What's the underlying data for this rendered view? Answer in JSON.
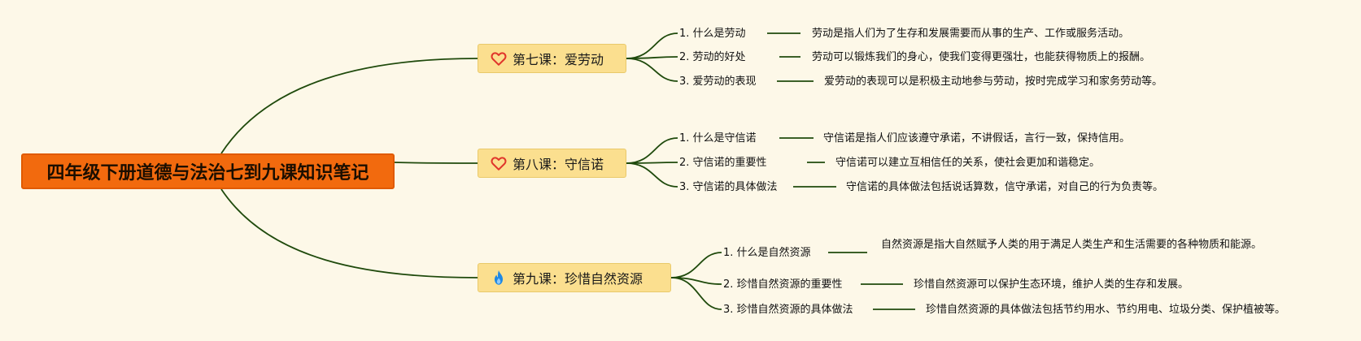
{
  "root": {
    "title": "四年级下册道德与法治七到九课知识笔记"
  },
  "lessons": [
    {
      "title": "第七课：爱劳动",
      "icon": "heart-icon",
      "topics": [
        {
          "label": "1. 什么是劳动",
          "detail": "劳动是指人们为了生存和发展需要而从事的生产、工作或服务活动。"
        },
        {
          "label": "2. 劳动的好处",
          "detail": "劳动可以锻炼我们的身心，使我们变得更强壮，也能获得物质上的报酬。"
        },
        {
          "label": "3. 爱劳动的表现",
          "detail": "爱劳动的表现可以是积极主动地参与劳动，按时完成学习和家务劳动等。"
        }
      ]
    },
    {
      "title": "第八课：守信诺",
      "icon": "heart-icon",
      "topics": [
        {
          "label": "1. 什么是守信诺",
          "detail": "守信诺是指人们应该遵守承诺，不讲假话，言行一致，保持信用。"
        },
        {
          "label": "2. 守信诺的重要性",
          "detail": "守信诺可以建立互相信任的关系，使社会更加和谐稳定。"
        },
        {
          "label": "3. 守信诺的具体做法",
          "detail": "守信诺的具体做法包括说话算数，信守承诺，对自己的行为负责等。"
        }
      ]
    },
    {
      "title": "第九课：珍惜自然资源",
      "icon": "fire-icon",
      "topics": [
        {
          "label": "1. 什么是自然资源",
          "detail": "自然资源是指大自然赋予人类的用于满足人类生产和生活需要的各种物质和能源。"
        },
        {
          "label": "2. 珍惜自然资源的重要性",
          "detail": "珍惜自然资源可以保护生态环境，维护人类的生存和发展。"
        },
        {
          "label": "3. 珍惜自然资源的具体做法",
          "detail": "珍惜自然资源的具体做法包括节约用水、节约用电、垃圾分类、保护植被等。"
        }
      ]
    }
  ],
  "colors": {
    "root_fill": "#f26a0e",
    "lesson_fill": "#fbdf8f",
    "connector": "#1f4a0c",
    "heart": "#e0352b",
    "fire": "#1e88e5"
  }
}
